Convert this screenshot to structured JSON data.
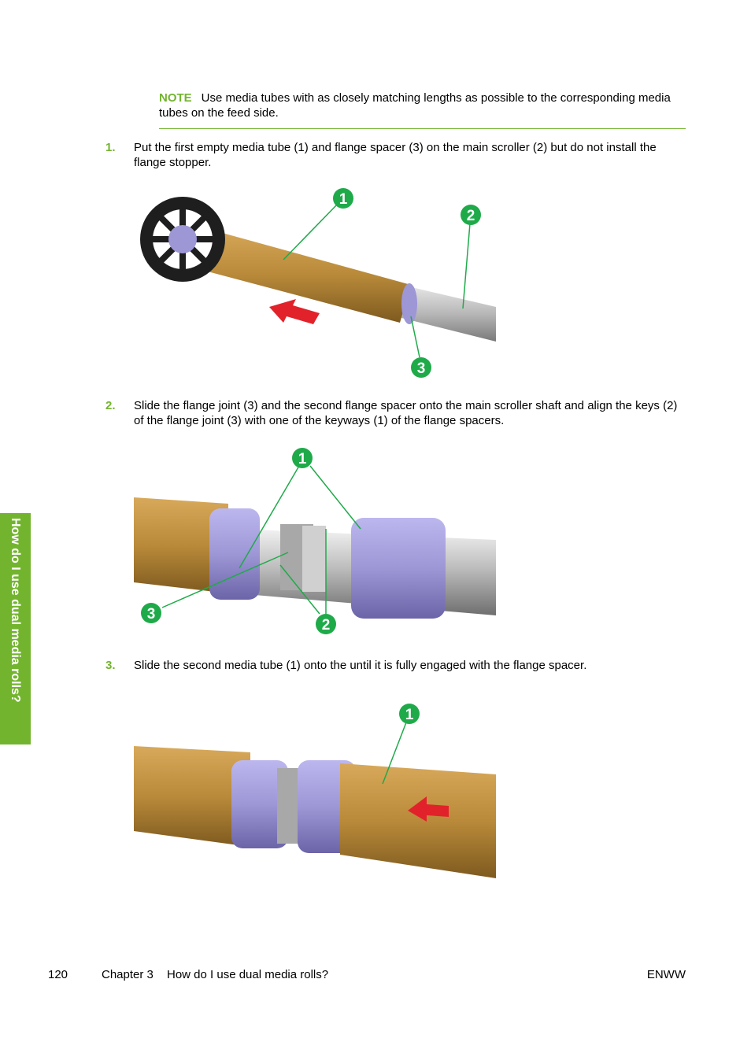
{
  "note": {
    "label": "NOTE",
    "text": "Use media tubes with as closely matching lengths as possible to the corresponding media tubes on the feed side."
  },
  "steps": [
    {
      "number": "1.",
      "text": "Put the first empty media tube (1) and flange spacer (3) on the main scroller (2) but do not install the flange stopper."
    },
    {
      "number": "2.",
      "text": "Slide the flange joint (3) and the second flange spacer onto the main scroller shaft and align the keys (2) of the flange joint (3) with one of the keyways (1) of the flange spacers."
    },
    {
      "number": "3.",
      "text": "Slide the second media tube (1) onto the until it is fully engaged with the flange spacer."
    }
  ],
  "figures": {
    "fig1": {
      "callouts": [
        "1",
        "2",
        "3"
      ]
    },
    "fig2": {
      "callouts": [
        "1",
        "2",
        "3"
      ]
    },
    "fig3": {
      "callouts": [
        "1"
      ]
    }
  },
  "side_tab": {
    "text": "How do I use dual media rolls?"
  },
  "footer": {
    "page_number": "120",
    "chapter": "Chapter 3",
    "chapter_title": "How do I use dual media rolls?",
    "right": "ENWW"
  },
  "colors": {
    "accent_green": "#73b42e",
    "callout_green": "#1faa4a",
    "tube_brown": "#b98a3a",
    "flange_purple": "#9d97d6",
    "arrow_red": "#e2222a"
  }
}
